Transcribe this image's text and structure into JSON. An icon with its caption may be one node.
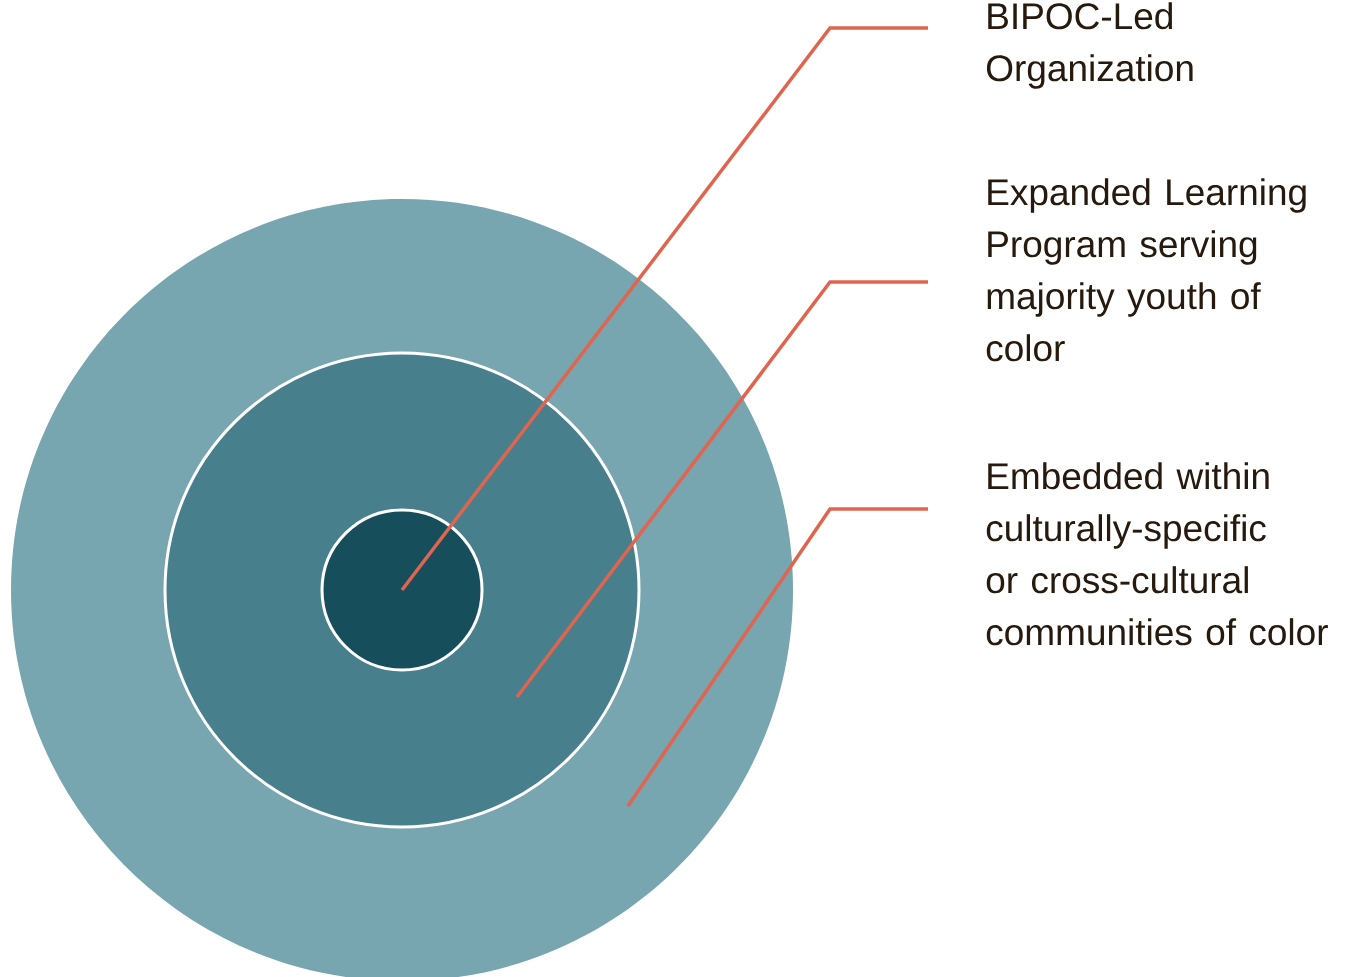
{
  "diagram": {
    "nodes": [
      {
        "text": [],
        "shape": "circle"
      },
      {
        "text": [],
        "shape": "circle",
        "in": 0
      },
      {
        "text": [],
        "shape": "circle",
        "in": 1
      },
      {
        "text": [
          "BIPOC-Led Organization"
        ]
      },
      {
        "text": [
          "Expanded Learning Program serving majority youth of color"
        ]
      },
      {
        "text": [
          "Embedded within culturally-specific or cross-cultural communities of color"
        ]
      }
    ],
    "edges": [
      {
        "from": 3,
        "to": 2,
        "arrow": "none"
      },
      {
        "from": 4,
        "to": 1,
        "arrow": "none"
      },
      {
        "from": 5,
        "to": 0,
        "arrow": "none"
      }
    ]
  }
}
